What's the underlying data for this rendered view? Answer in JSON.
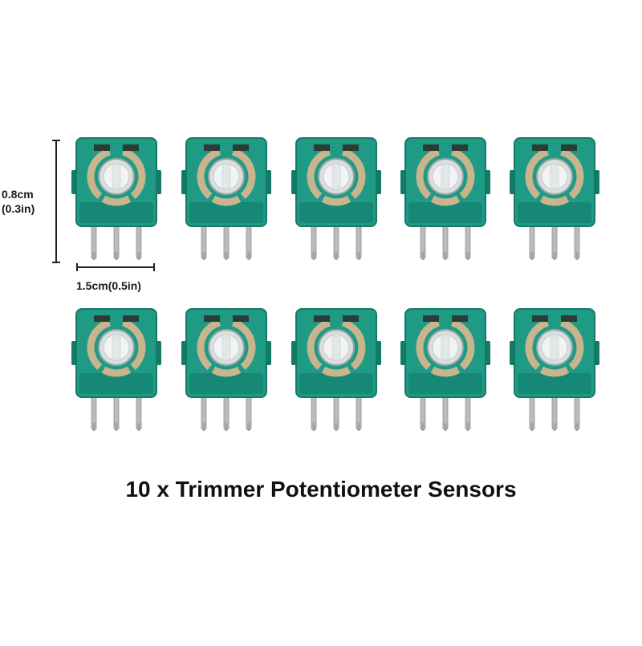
{
  "product": {
    "caption": "10 x Trimmer Potentiometer Sensors",
    "quantity": 10,
    "grid": {
      "rows": 2,
      "columns": 5
    }
  },
  "dimensions": {
    "height_cm": "0.8cm",
    "height_in": "(0.3in)",
    "width": "1.5cm(0.5in)"
  },
  "colors": {
    "body_green": "#1e9a85",
    "body_dark": "#137a68",
    "track_tan": "#c9b58d",
    "pin_metal": "#b9bcbf",
    "rotor_white": "#f2f4f4",
    "line": "#222222"
  }
}
